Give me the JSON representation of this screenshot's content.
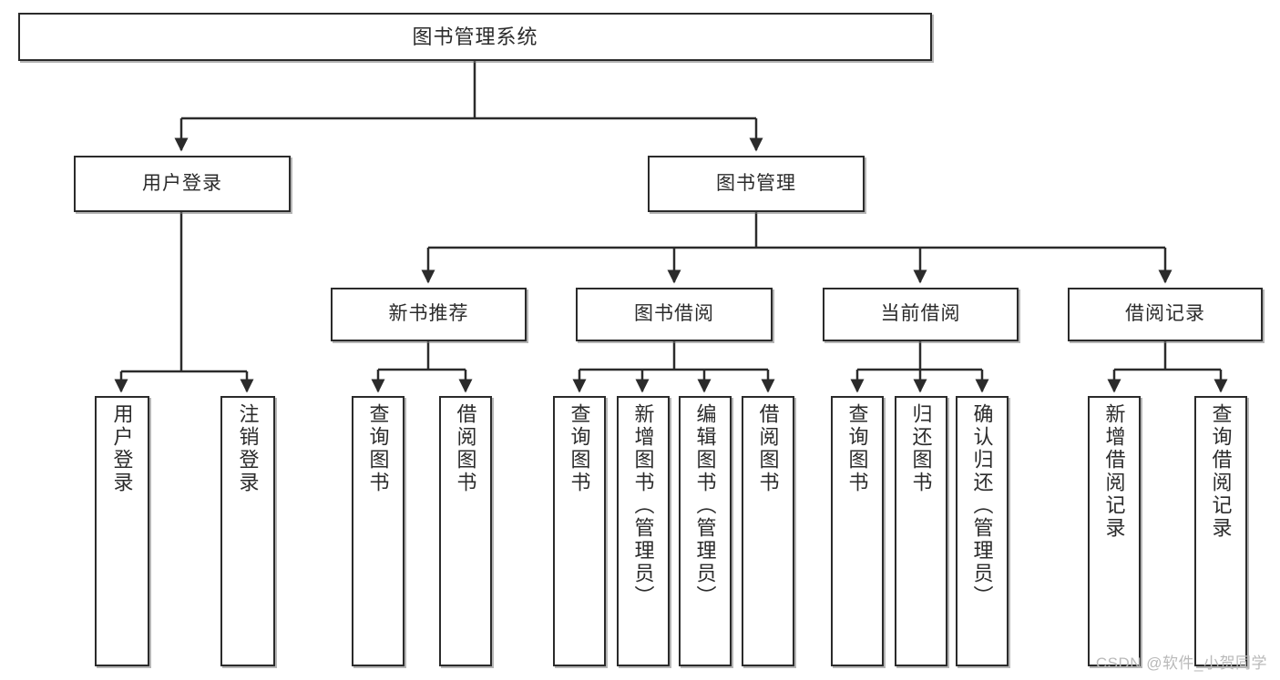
{
  "diagram": {
    "type": "tree",
    "title": "图书管理系统",
    "orientation": "top-down",
    "colors": {
      "box_border": "#2b2b2b",
      "box_fill": "#ffffff",
      "edge": "#2b2b2b",
      "background": "#ffffff",
      "watermark": "#b9b9b9"
    }
  },
  "nodes": {
    "root": {
      "label": "图书管理系统"
    },
    "level2": [
      {
        "label": "用户登录"
      },
      {
        "label": "图书管理"
      }
    ],
    "level3": [
      {
        "label": "新书推荐"
      },
      {
        "label": "图书借阅"
      },
      {
        "label": "当前借阅"
      },
      {
        "label": "借阅记录"
      }
    ],
    "leaves": [
      {
        "label": "用户登录"
      },
      {
        "label": "注销登录"
      },
      {
        "label": "查询图书"
      },
      {
        "label": "借阅图书"
      },
      {
        "label": "查询图书"
      },
      {
        "label": "新增图书（管理员）"
      },
      {
        "label": "编辑图书（管理员）"
      },
      {
        "label": "借阅图书"
      },
      {
        "label": "查询图书"
      },
      {
        "label": "归还图书"
      },
      {
        "label": "确认归还（管理员）"
      },
      {
        "label": "新增借阅记录"
      },
      {
        "label": "查询借阅记录"
      }
    ]
  },
  "edges": [
    {
      "from": "图书管理系统",
      "to": "用户登录"
    },
    {
      "from": "图书管理系统",
      "to": "图书管理"
    },
    {
      "from": "用户登录",
      "to": "用户登录"
    },
    {
      "from": "用户登录",
      "to": "注销登录"
    },
    {
      "from": "图书管理",
      "to": "新书推荐"
    },
    {
      "from": "图书管理",
      "to": "图书借阅"
    },
    {
      "from": "图书管理",
      "to": "当前借阅"
    },
    {
      "from": "图书管理",
      "to": "借阅记录"
    },
    {
      "from": "新书推荐",
      "to": "查询图书"
    },
    {
      "from": "新书推荐",
      "to": "借阅图书"
    },
    {
      "from": "图书借阅",
      "to": "查询图书"
    },
    {
      "from": "图书借阅",
      "to": "新增图书（管理员）"
    },
    {
      "from": "图书借阅",
      "to": "编辑图书（管理员）"
    },
    {
      "from": "图书借阅",
      "to": "借阅图书"
    },
    {
      "from": "当前借阅",
      "to": "查询图书"
    },
    {
      "from": "当前借阅",
      "to": "归还图书"
    },
    {
      "from": "当前借阅",
      "to": "确认归还（管理员）"
    },
    {
      "from": "借阅记录",
      "to": "新增借阅记录"
    },
    {
      "from": "借阅记录",
      "to": "查询借阅记录"
    }
  ],
  "watermark": {
    "text": "CSDN @软件_小贺同学"
  }
}
